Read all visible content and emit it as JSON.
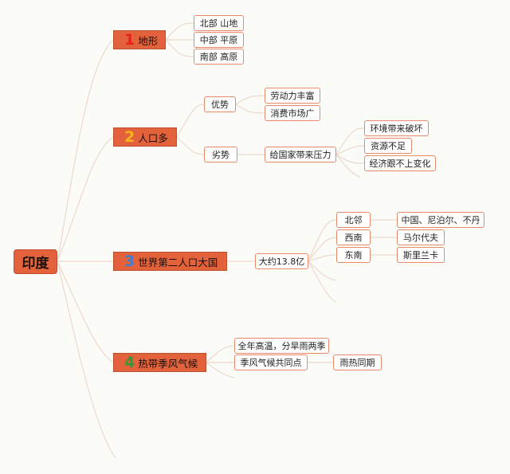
{
  "root": "印度",
  "topics": [
    {
      "num": "1",
      "num_color": "#e8201c",
      "label": "地形"
    },
    {
      "num": "2",
      "num_color": "#f4b41a",
      "label": "人口多"
    },
    {
      "num": "3",
      "num_color": "#3f7fd0",
      "label": "世界第二人口大国"
    },
    {
      "num": "4",
      "num_color": "#2f9b3a",
      "label": "热带季风气候"
    }
  ],
  "terrain": [
    "北部 山地",
    "中部 平原",
    "南部 高原"
  ],
  "population": {
    "advantage": "优势",
    "advantage_items": [
      "劳动力丰富",
      "消费市场广"
    ],
    "disadvantage": "劣势",
    "pressure": "给国家带来压力",
    "pressure_items": [
      "环境带来破坏",
      "资源不足",
      "经济跟不上变化"
    ]
  },
  "second": {
    "approx": "大约13.8亿",
    "directions": [
      "北邻",
      "西南",
      "东南"
    ],
    "neighbors": [
      "中国、尼泊尔、不丹",
      "马尔代夫",
      "斯里兰卡"
    ]
  },
  "climate": {
    "items": [
      "全年高温，分旱雨两季",
      "季风气候共同点"
    ],
    "common": "雨热同期"
  }
}
